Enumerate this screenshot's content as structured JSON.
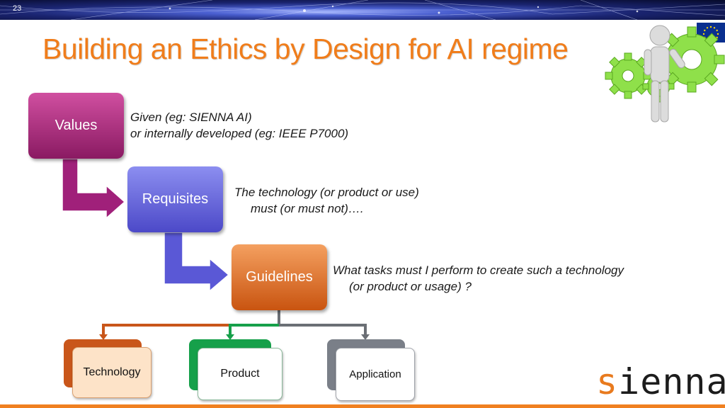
{
  "slide": {
    "number": "23"
  },
  "title": "Building an Ethics by Design for AI regime",
  "boxes": {
    "values": {
      "label": "Values",
      "color": "#b0307f"
    },
    "requisites": {
      "label": "Requisites",
      "color": "#6466dc"
    },
    "guidelines": {
      "label": "Guidelines",
      "color": "#e0712a"
    }
  },
  "descriptions": {
    "values": {
      "line1": "Given (eg: SIENNA AI)",
      "line2": "or internally developed (eg: IEEE P7000)"
    },
    "requisites": {
      "line1": "The technology (or product or use)",
      "line2": "must (or must not)…."
    },
    "guidelines": {
      "line1": "What tasks must I perform to create such a technology",
      "line2": "(or product or usage) ?"
    }
  },
  "leaves": {
    "technology": {
      "label": "Technology",
      "color": "#c9561a"
    },
    "product": {
      "label": "Product",
      "color": "#16a04a"
    },
    "application": {
      "label": "Application",
      "color": "#7a7f88"
    }
  },
  "logo": {
    "s": "s",
    "rest": "ienna",
    "dot": "."
  },
  "icons": {
    "gears": "person-gears-icon",
    "flag": "eu-flag-icon"
  }
}
